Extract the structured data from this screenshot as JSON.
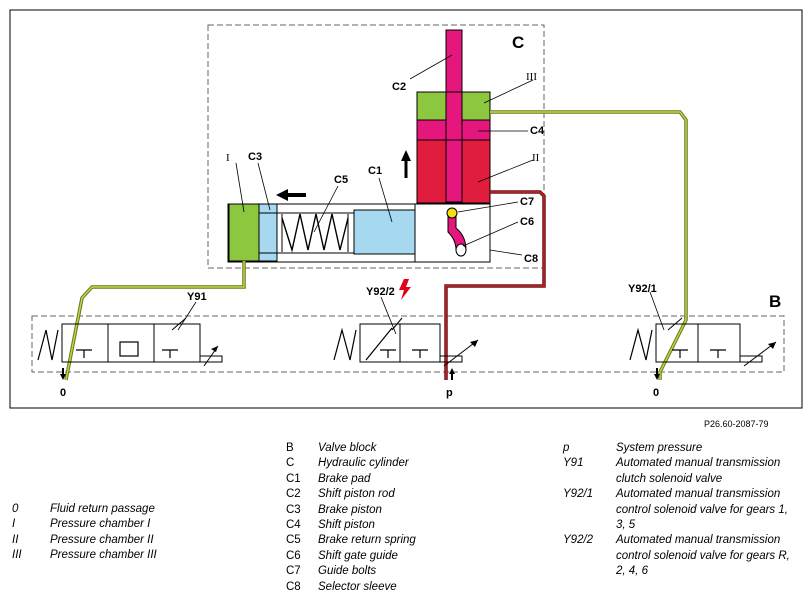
{
  "diagram": {
    "labels": {
      "C": "C",
      "B": "B",
      "C1": "C1",
      "C2": "C2",
      "C3": "C3",
      "C4": "C4",
      "C5": "C5",
      "C6": "C6",
      "C7": "C7",
      "C8": "C8",
      "I": "I",
      "II": "II",
      "III": "III",
      "Y91": "Y91",
      "Y92_2": "Y92/2",
      "Y92_1": "Y92/1",
      "zero_left": "0",
      "zero_right": "0",
      "p": "p"
    },
    "colors": {
      "green_chamber": "#8dc63f",
      "magenta_rod": "#e6177c",
      "red_piston": "#e01d3c",
      "light_blue": "#a6d8f0",
      "dark_red_line": "#8b1a1a",
      "olive_line": "#6b7a1e",
      "lightning_red": "#e3001b"
    }
  },
  "reference": "P26.60-2087-79",
  "legend": {
    "left": [
      {
        "key": "0",
        "value": "Fluid return passage"
      },
      {
        "key": "I",
        "value": "Pressure chamber I"
      },
      {
        "key": "II",
        "value": "Pressure chamber II"
      },
      {
        "key": "III",
        "value": "Pressure chamber III"
      }
    ],
    "middle": [
      {
        "key": "B",
        "value": "Valve block"
      },
      {
        "key": "C",
        "value": "Hydraulic cylinder"
      },
      {
        "key": "C1",
        "value": "Brake pad"
      },
      {
        "key": "C2",
        "value": "Shift piston rod"
      },
      {
        "key": "C3",
        "value": "Brake piston"
      },
      {
        "key": "C4",
        "value": "Shift piston"
      },
      {
        "key": "C5",
        "value": "Brake return spring"
      },
      {
        "key": "C6",
        "value": "Shift gate guide"
      },
      {
        "key": "C7",
        "value": "Guide bolts"
      },
      {
        "key": "C8",
        "value": "Selector sleeve"
      }
    ],
    "right": [
      {
        "key": "p",
        "value": "System pressure"
      },
      {
        "key": "Y91",
        "value": "Automated manual transmission clutch solenoid valve",
        "lines": [
          "Automated manual transmission",
          "clutch solenoid valve"
        ]
      },
      {
        "key": "Y92/1",
        "value": "Automated manual transmission control solenoid valve for gears 1, 3, 5",
        "lines": [
          "Automated manual transmission",
          "control solenoid valve for gears 1,",
          "3, 5"
        ]
      },
      {
        "key": "Y92/2",
        "value": "Automated manual transmission control solenoid valve for gears R, 2, 4, 6",
        "lines": [
          "Automated manual transmission",
          "control solenoid valve for gears R,",
          "2, 4, 6"
        ]
      }
    ]
  }
}
